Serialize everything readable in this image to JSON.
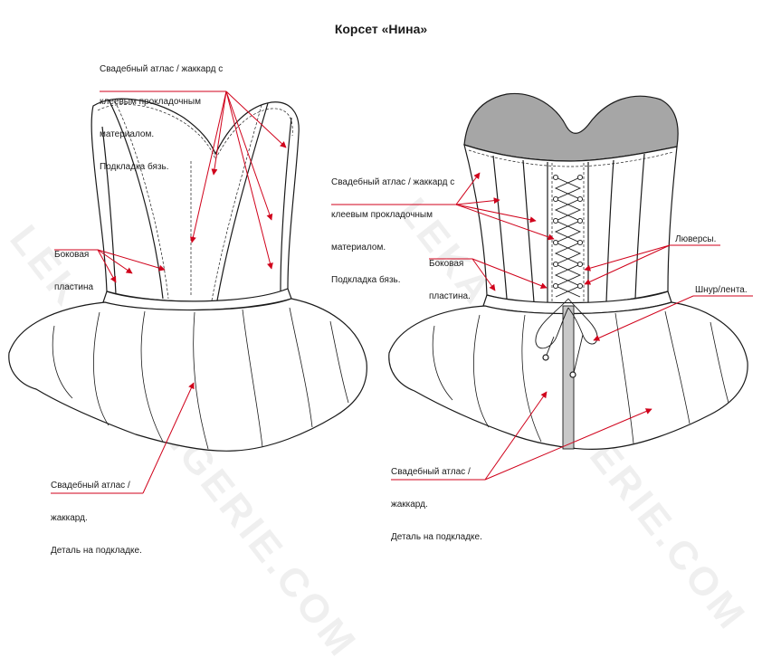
{
  "diagram": {
    "title": "Корсет «Нина»",
    "front": {
      "fabric_note": [
        "Свадебный атлас / жаккард с",
        "клеевым прокладочным",
        "материалом.",
        "Подкладка бязь."
      ],
      "side_note": [
        "Боковая",
        "пластина"
      ],
      "skirt_note": [
        "Свадебный атлас /",
        "жаккард.",
        "Деталь на подкладке."
      ]
    },
    "back": {
      "fabric_note": [
        "Свадебный атлас / жаккард с",
        "клеевым прокладочным",
        "материалом.",
        "Подкладка бязь."
      ],
      "side_note": [
        "Боковая",
        "пластина."
      ],
      "eyelets_note": "Люверсы.",
      "cord_note": "Шнур/лента.",
      "skirt_note": [
        "Свадебный атлас /",
        "жаккард.",
        "Деталь на подкладке."
      ]
    },
    "watermark": "LEKALA-LINGERIE.COM",
    "colors": {
      "line": "#1a1a1a",
      "leader": "#d0021b",
      "lining": "#a6a6a6",
      "zipper": "#c8c8c8"
    }
  }
}
